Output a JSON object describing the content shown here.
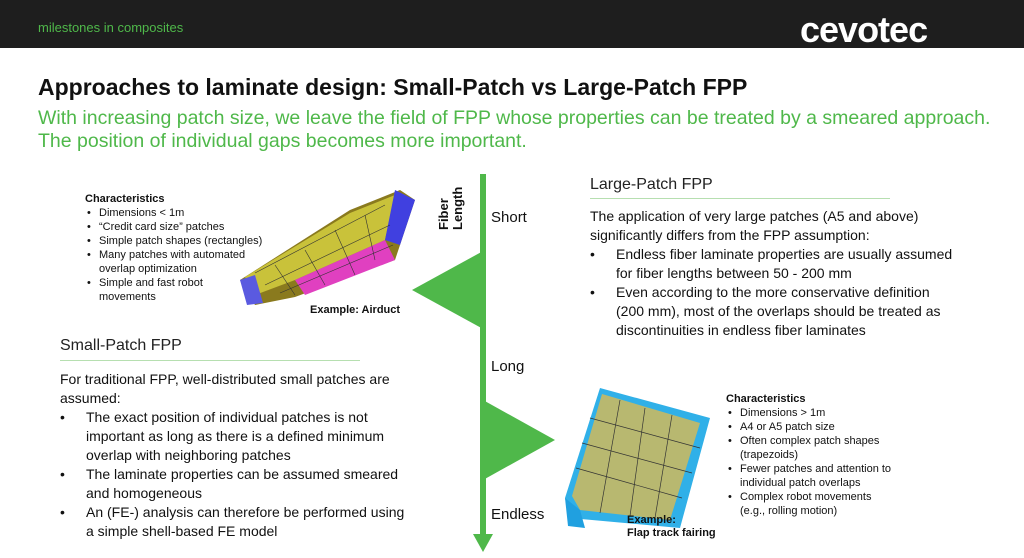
{
  "header": {
    "tagline": "milestones in composites",
    "logo": "cevotec"
  },
  "title": "Approaches to laminate design: Small-Patch vs Large-Patch FPP",
  "subtitle": "With increasing patch size, we leave the field of FPP whose properties can be treated by a smeared approach. The position of individual gaps becomes more important.",
  "axis": {
    "label": "Fiber Length",
    "ticks": [
      "Short",
      "Long",
      "Endless"
    ],
    "color": "#4fb84a"
  },
  "small": {
    "heading": "Small-Patch FPP",
    "intro": "For traditional FPP, well-distributed small patches are assumed:",
    "bullets": [
      "The exact position of individual patches is not important as long as there is a defined minimum overlap with neighboring patches",
      "The laminate properties can be assumed smeared and homogeneous",
      "An (FE-) analysis can therefore be performed using a simple shell-based FE model"
    ],
    "char_title": "Characteristics",
    "chars": [
      "Dimensions < 1m",
      "“Credit card size” patches",
      "Simple patch shapes (rectangles)",
      "Many patches with automated overlap optimization",
      "Simple and fast robot movements"
    ],
    "example": "Example: Airduct"
  },
  "large": {
    "heading": "Large-Patch FPP",
    "intro": "The application of very large patches (A5 and above) significantly differs from the FPP assumption:",
    "bullets": [
      "Endless fiber laminate properties are usually assumed for fiber lengths between 50 - 200 mm",
      "Even according to the more conservative definition (200 mm), most of the overlaps should be treated as discontinuities in endless fiber laminates"
    ],
    "char_title": "Characteristics",
    "chars": [
      "Dimensions > 1m",
      "A4 or A5 patch size",
      "Often complex patch shapes (trapezoids)",
      "Fewer patches and attention to individual patch overlaps",
      "Complex robot movements (e.g., rolling motion)"
    ],
    "example_line1": "Example:",
    "example_line2": "Flap track fairing"
  }
}
